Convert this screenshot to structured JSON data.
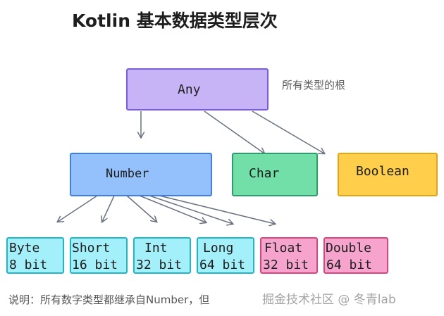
{
  "title": "Kotlin 基本数据类型层次",
  "root": {
    "label": "Any",
    "note": "所有类型的根"
  },
  "level1": [
    {
      "id": "number",
      "label": "Number"
    },
    {
      "id": "char",
      "label": "Char"
    },
    {
      "id": "boolean",
      "label": "Boolean"
    }
  ],
  "numbers": [
    {
      "name": "Byte",
      "bits": "8 bit"
    },
    {
      "name": "Short",
      "bits": "16 bit"
    },
    {
      "name": "Int",
      "bits": "32 bit"
    },
    {
      "name": "Long",
      "bits": "64 bit"
    },
    {
      "name": "Float",
      "bits": "32 bit"
    },
    {
      "name": "Double",
      "bits": "64 bit"
    }
  ],
  "footer": "说明：所有数字类型都继承自Number，但",
  "watermark": "掘金技术社区 @ 冬青lab",
  "colors": {
    "any": "#c7b4f7",
    "any_border": "#7a5af5",
    "number": "#94c1fb",
    "number_border": "#3f7ee8",
    "char": "#72dfa8",
    "char_border": "#2e9e68",
    "boolean": "#ffce4b",
    "boolean_border": "#e0a418",
    "integer": "#a4f0fa",
    "integer_border": "#1fb6c8",
    "float": "#f6a4cd",
    "float_border": "#d9467d",
    "arrow": "#6b7280"
  }
}
